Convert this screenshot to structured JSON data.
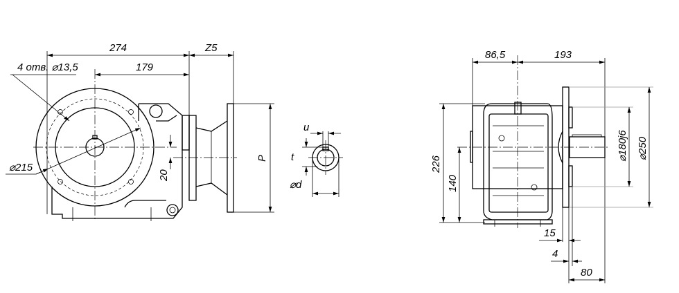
{
  "front_view": {
    "dim_overall_length": "274",
    "dim_flange_offset": "Z5",
    "dim_center_to_face": "179",
    "holes_note": "4 отв. ⌀13,5",
    "dim_bolt_circle": "⌀215",
    "dim_shaft_offset": "20",
    "dim_flange_height": "P"
  },
  "shaft_section": {
    "dim_key_width": "u",
    "dim_key_depth": "t",
    "dim_shaft_diameter": "⌀d"
  },
  "side_view": {
    "dim_left_to_center": "86,5",
    "dim_center_to_shaft_end": "193",
    "dim_overall_height": "226",
    "dim_axis_height": "140",
    "dim_spigot_diameter": "⌀180j6",
    "dim_flange_diameter": "⌀250",
    "dim_spigot_offset": "15",
    "dim_spigot_length": "4",
    "dim_shaft_length": "80"
  }
}
